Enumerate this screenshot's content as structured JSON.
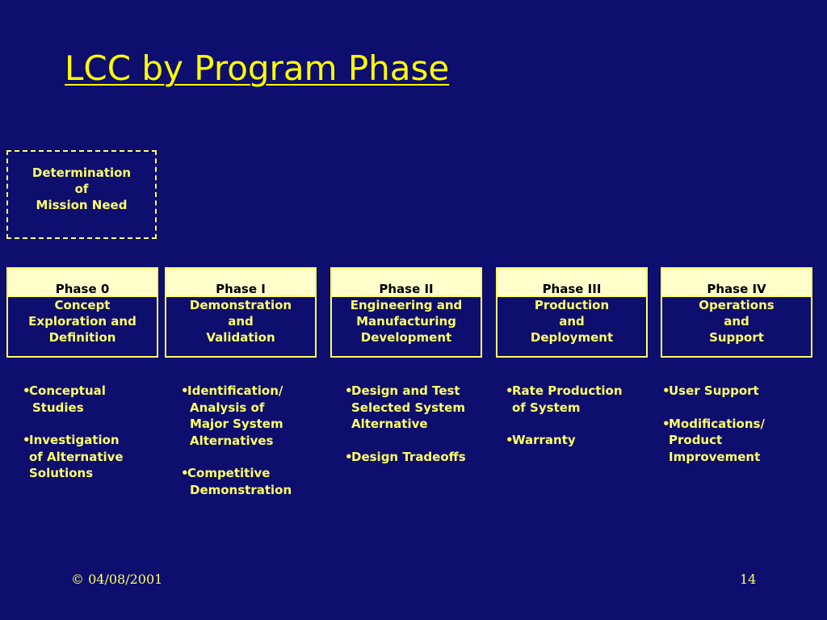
{
  "slide": {
    "title": "LCC by Program Phase",
    "footer_date": "© 04/08/2001",
    "page_number": "14"
  },
  "mission": {
    "lines": [
      "Determination",
      "of",
      "Mission Need"
    ]
  },
  "phases": [
    {
      "header": "Phase 0",
      "body": [
        "Concept",
        "Exploration and",
        "Definition"
      ],
      "bullets": [
        [
          "Conceptual",
          " Studies"
        ],
        [
          "Investigation",
          "of Alternative",
          "Solutions"
        ]
      ]
    },
    {
      "header": "Phase I",
      "body": [
        "Demonstration",
        "and",
        "Validation"
      ],
      "bullets": [
        [
          "Identification/",
          " Analysis of",
          " Major System",
          " Alternatives"
        ],
        [
          "Competitive",
          " Demonstration"
        ]
      ]
    },
    {
      "header": "Phase II",
      "body": [
        "Engineering and",
        "Manufacturing",
        "Development"
      ],
      "bullets": [
        [
          "Design and Test",
          "Selected System",
          "Alternative"
        ],
        [
          "Design Tradeoffs"
        ]
      ]
    },
    {
      "header": "Phase III",
      "body": [
        "Production",
        "and",
        "Deployment"
      ],
      "bullets": [
        [
          "Rate Production",
          "of System"
        ],
        [
          "Warranty"
        ]
      ]
    },
    {
      "header": "Phase IV",
      "body": [
        "Operations",
        "and",
        "Support"
      ],
      "bullets": [
        [
          "User Support"
        ],
        [
          "Modifications/",
          "Product",
          "Improvement"
        ]
      ]
    }
  ]
}
